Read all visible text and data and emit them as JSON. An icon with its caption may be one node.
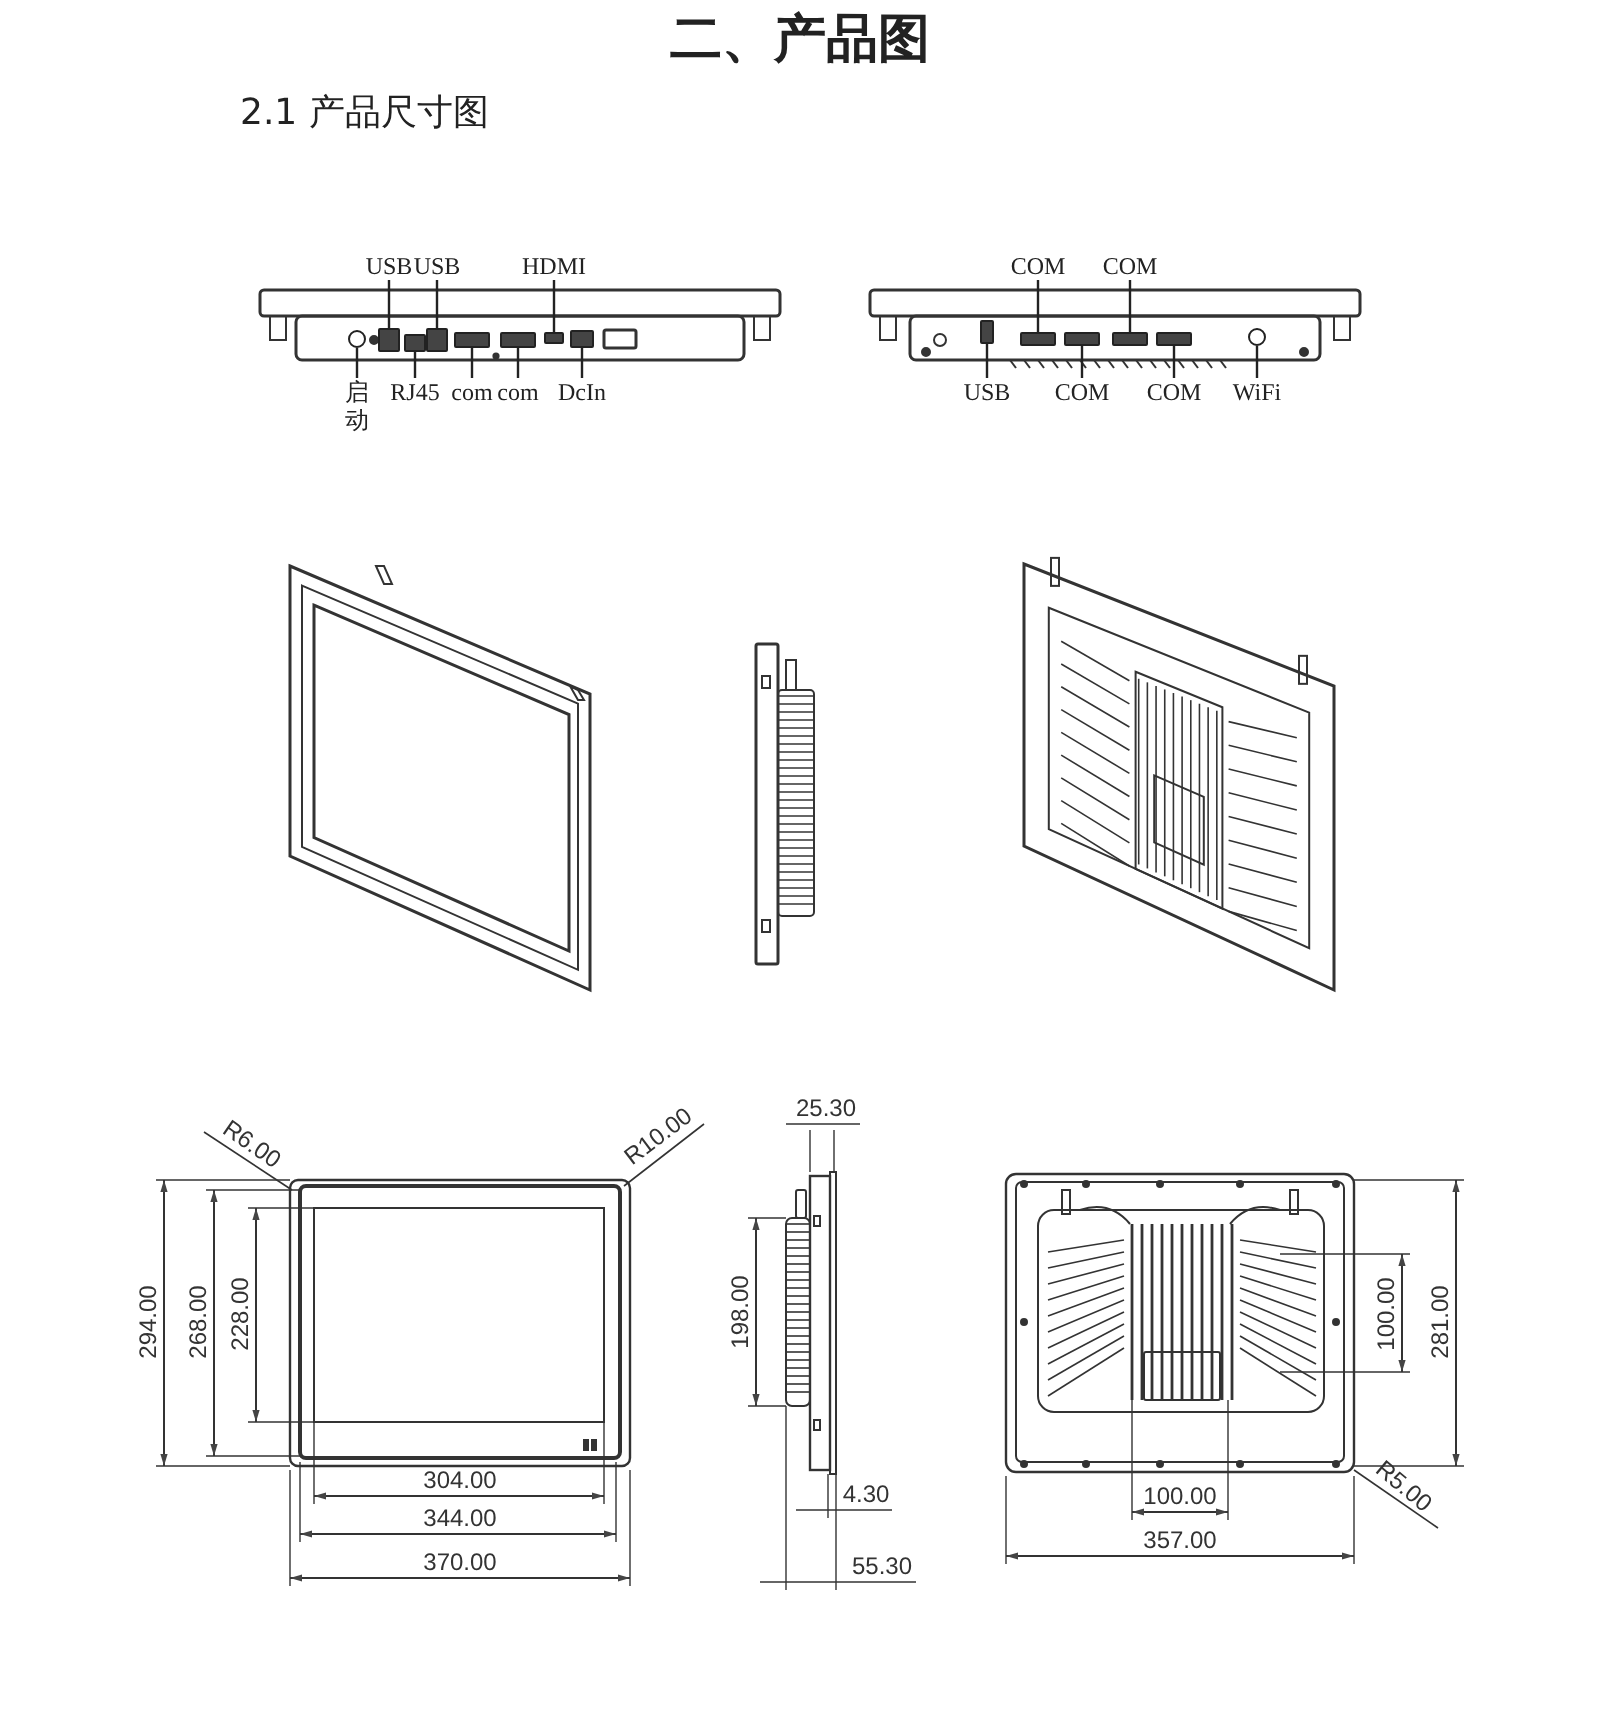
{
  "diagram": {
    "title": "二、产品图",
    "nodes": [
      {
        "text": [
          "USB"
        ]
      },
      {
        "text": [
          "USB"
        ]
      },
      {
        "text": [
          "HDMI"
        ]
      },
      {
        "text": [
          "COM"
        ]
      },
      {
        "text": [
          "COM"
        ]
      },
      {
        "text": [
          "启动"
        ]
      },
      {
        "text": [
          "RJ45"
        ]
      },
      {
        "text": [
          "com"
        ]
      },
      {
        "text": [
          "com"
        ]
      },
      {
        "text": [
          "DcIn"
        ]
      },
      {
        "text": [
          "USB"
        ]
      },
      {
        "text": [
          "COM"
        ]
      },
      {
        "text": [
          "COM"
        ]
      },
      {
        "text": [
          "WiFi"
        ]
      },
      {
        "text": [],
        "shape": "circle"
      },
      {
        "text": [],
        "shape": "box"
      },
      {
        "text": [],
        "shape": "box"
      },
      {
        "text": [],
        "shape": "box"
      },
      {
        "text": [],
        "shape": "box"
      },
      {
        "text": [],
        "shape": "box"
      },
      {
        "text": [],
        "shape": "box"
      },
      {
        "text": [],
        "shape": "box"
      },
      {
        "text": [],
        "shape": "box"
      },
      {
        "text": [],
        "shape": "box"
      },
      {
        "text": [],
        "shape": "box"
      },
      {
        "text": [],
        "shape": "box"
      },
      {
        "text": [],
        "shape": "box"
      },
      {
        "text": [],
        "shape": "circle"
      }
    ],
    "edges": [
      {
        "from": 0,
        "to": 15,
        "arrow": "none"
      },
      {
        "from": 1,
        "to": 17,
        "arrow": "none"
      },
      {
        "from": 2,
        "to": 20,
        "arrow": "none"
      },
      {
        "from": 3,
        "to": 23,
        "arrow": "none"
      },
      {
        "from": 4,
        "to": 25,
        "arrow": "none"
      },
      {
        "from": 5,
        "to": 14,
        "arrow": "none"
      },
      {
        "from": 6,
        "to": 16,
        "arrow": "none"
      },
      {
        "from": 7,
        "to": 18,
        "arrow": "none"
      },
      {
        "from": 8,
        "to": 19,
        "arrow": "none"
      },
      {
        "from": 9,
        "to": 21,
        "arrow": "none"
      },
      {
        "from": 10,
        "to": 22,
        "arrow": "none"
      },
      {
        "from": 11,
        "to": 24,
        "arrow": "none"
      },
      {
        "from": 12,
        "to": 26,
        "arrow": "none"
      },
      {
        "from": 13,
        "to": 27,
        "arrow": "none"
      }
    ],
    "labels": [
      "2.1 产品尺寸图",
      "R6.00",
      "R10.00",
      "294.00",
      "268.00",
      "228.00",
      "304.00",
      "344.00",
      "370.00",
      "25.30",
      "198.00",
      "4.30",
      "55.30",
      "100.00",
      "281.00",
      "100.00",
      "357.00",
      "R5.00"
    ]
  }
}
